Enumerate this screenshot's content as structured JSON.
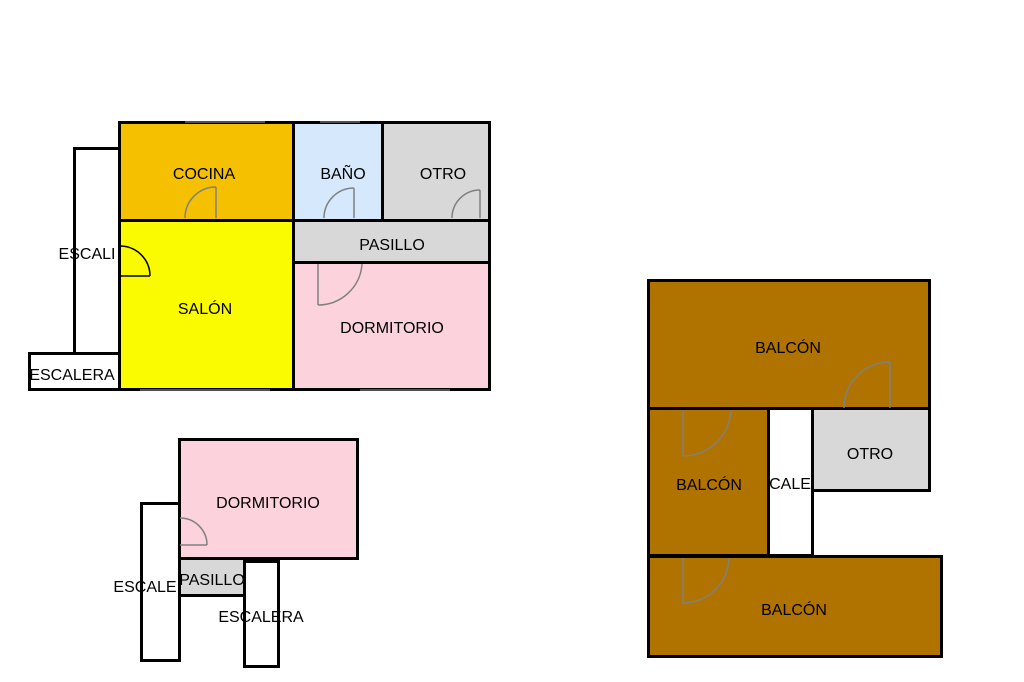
{
  "plan1": {
    "kitchen": "COCINA",
    "bathroom": "BAÑO",
    "other": "OTRO",
    "hallway": "PASILLO",
    "living": "SALÓN",
    "bedroom": "DORMITORIO",
    "stair_side": "ESCALI",
    "stair_bottom": "ESCALERA"
  },
  "plan2": {
    "bedroom": "DORMITORIO",
    "hallway": "PASILLO",
    "stair_left": "ESCALE",
    "stair_right": "ESCALERA"
  },
  "plan3": {
    "balcony_top": "BALCÓN",
    "balcony_left": "BALCÓN",
    "stair": "CALE",
    "other": "OTRO",
    "balcony_bottom": "BALCÓN"
  },
  "colors": {
    "kitchen": "#f5c000",
    "bathroom": "#d6e8fb",
    "other": "#d8d8d8",
    "hallway": "#d8d8d8",
    "living": "#fbfb00",
    "bedroom": "#fcd3dd",
    "balcony": "#b07300",
    "stair": "#ffffff"
  }
}
